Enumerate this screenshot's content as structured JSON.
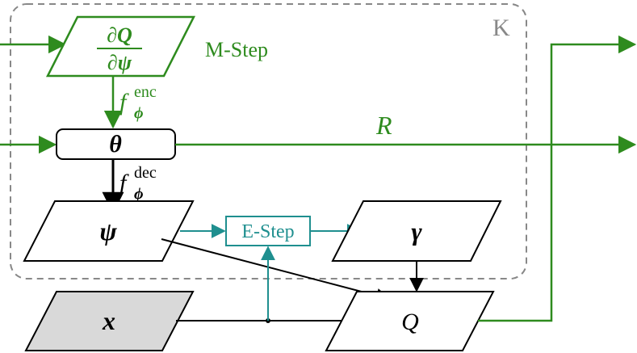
{
  "colors": {
    "green": "#2e8b1e",
    "teal": "#1f8f8f",
    "black": "#000000",
    "gray_box": "#888888",
    "x_fill": "#d9d9d9"
  },
  "loop": {
    "label": "K"
  },
  "nodes": {
    "dq": {
      "num": "∂Q",
      "den": "∂ψ"
    },
    "theta": {
      "label": "θ"
    },
    "psi": {
      "label": "ψ"
    },
    "gamma": {
      "label": "γ"
    },
    "x": {
      "label": "x"
    },
    "q": {
      "label": "Q"
    },
    "estep": {
      "label": "E-Step"
    }
  },
  "labels": {
    "mstep": "M-Step",
    "r": "R",
    "f": "f",
    "enc": "enc",
    "dec": "dec",
    "phi": "ϕ"
  }
}
